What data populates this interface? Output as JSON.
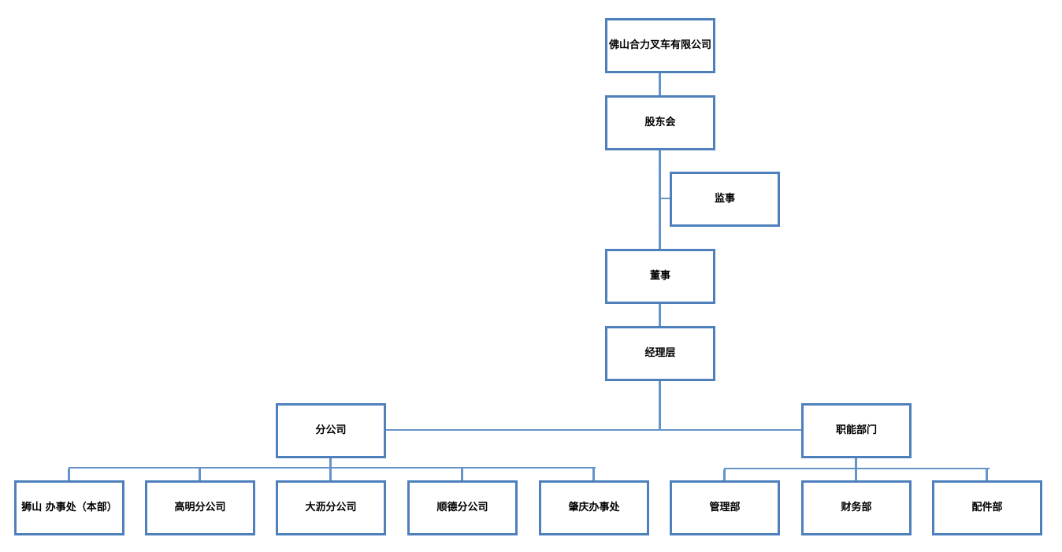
{
  "diagram": {
    "type": "org-chart",
    "title": "",
    "colors": {
      "box_border": "#4E80BC",
      "connector": "#6693C8",
      "text": "#000000",
      "background": "#FFFFFF"
    },
    "nodes": {
      "company": {
        "label": "佛山合力叉车有限公司"
      },
      "shareholders": {
        "label": "股东会"
      },
      "supervisors": {
        "label": "监事"
      },
      "directors": {
        "label": "董事"
      },
      "management": {
        "label": "经理层"
      },
      "branches": {
        "label": "分公司"
      },
      "functional": {
        "label": "职能部门"
      },
      "shishan": {
        "label": "狮山 办事处（本部）"
      },
      "gaoming": {
        "label": "高明分公司"
      },
      "dali": {
        "label": "大沥分公司"
      },
      "shunde": {
        "label": "顺德分公司"
      },
      "zhaoqing": {
        "label": "肇庆办事处"
      },
      "admin_dept": {
        "label": "管理部"
      },
      "finance_dept": {
        "label": "财务部"
      },
      "parts_dept": {
        "label": "配件部"
      }
    },
    "edges": [
      {
        "from": "佛山合力叉车有限公司",
        "to": "股东会"
      },
      {
        "from": "股东会",
        "to": "监事"
      },
      {
        "from": "股东会",
        "to": "董事"
      },
      {
        "from": "董事",
        "to": "经理层"
      },
      {
        "from": "经理层",
        "to": "分公司"
      },
      {
        "from": "经理层",
        "to": "职能部门"
      },
      {
        "from": "分公司",
        "to": "狮山 办事处（本部）"
      },
      {
        "from": "分公司",
        "to": "高明分公司"
      },
      {
        "from": "分公司",
        "to": "大沥分公司"
      },
      {
        "from": "分公司",
        "to": "顺德分公司"
      },
      {
        "from": "分公司",
        "to": "肇庆办事处"
      },
      {
        "from": "职能部门",
        "to": "管理部"
      },
      {
        "from": "职能部门",
        "to": "财务部"
      },
      {
        "from": "职能部门",
        "to": "配件部"
      }
    ]
  }
}
